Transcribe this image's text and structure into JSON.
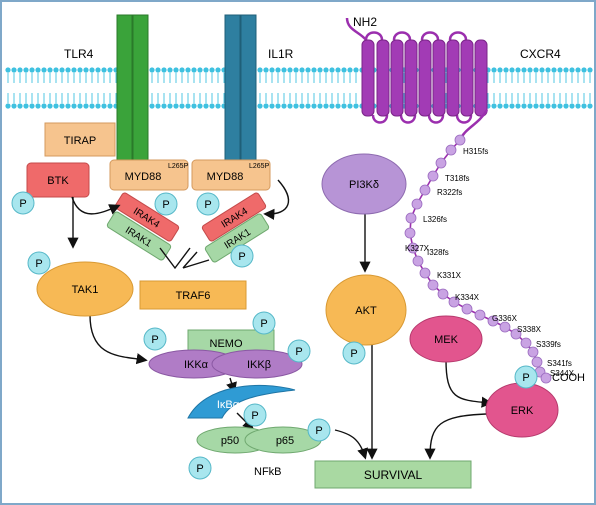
{
  "receptors": {
    "tlr4": "TLR4",
    "il1r": "IL1R",
    "cxcr4": "CXCR4"
  },
  "termini": {
    "nh2": "NH2",
    "cooh": "COOH"
  },
  "nodes": {
    "tirap": "TIRAP",
    "btk": "BTK",
    "myd88_left": "MYD88",
    "myd88_right": "MYD88",
    "l265p_left": "L265P",
    "l265p_right": "L265P",
    "irak4_left": "IRAK4",
    "irak1_left": "IRAK1",
    "irak4_right": "IRAK4",
    "irak1_right": "IRAK1",
    "tak1": "TAK1",
    "traf6": "TRAF6",
    "nemo": "NEMO",
    "ikka": "IKKα",
    "ikkb": "IKKβ",
    "ikba": "IκBα",
    "p50": "p50",
    "p65": "p65",
    "nfkb": "NFkB",
    "pi3k": "PI3Kδ",
    "akt": "AKT",
    "mek": "MEK",
    "erk": "ERK",
    "survival": "SURVIVAL"
  },
  "phospho_label": "P",
  "mutations": [
    "H315fs",
    "T318fs",
    "R322fs",
    "L326fs",
    "K327X",
    "I328fs",
    "K331X",
    "K334X",
    "G336X",
    "S338X",
    "S339fs",
    "S341fs",
    "S344X"
  ],
  "colors": {
    "membrane_head": "#3fc1e0",
    "tlr4": "#3aa33a",
    "il1r": "#2e7fa0",
    "cxcr4": "#9b2fae",
    "orange": "#f7b955",
    "peach": "#f6c48e",
    "red": "#ef6a6a",
    "green_box": "#a6d8a6",
    "purple_oval": "#b07cc6",
    "pink": "#e2558e",
    "phospho": "#a8e6ee",
    "chain_dot": "#c9a3e3",
    "survival": "#a9d9a2"
  }
}
